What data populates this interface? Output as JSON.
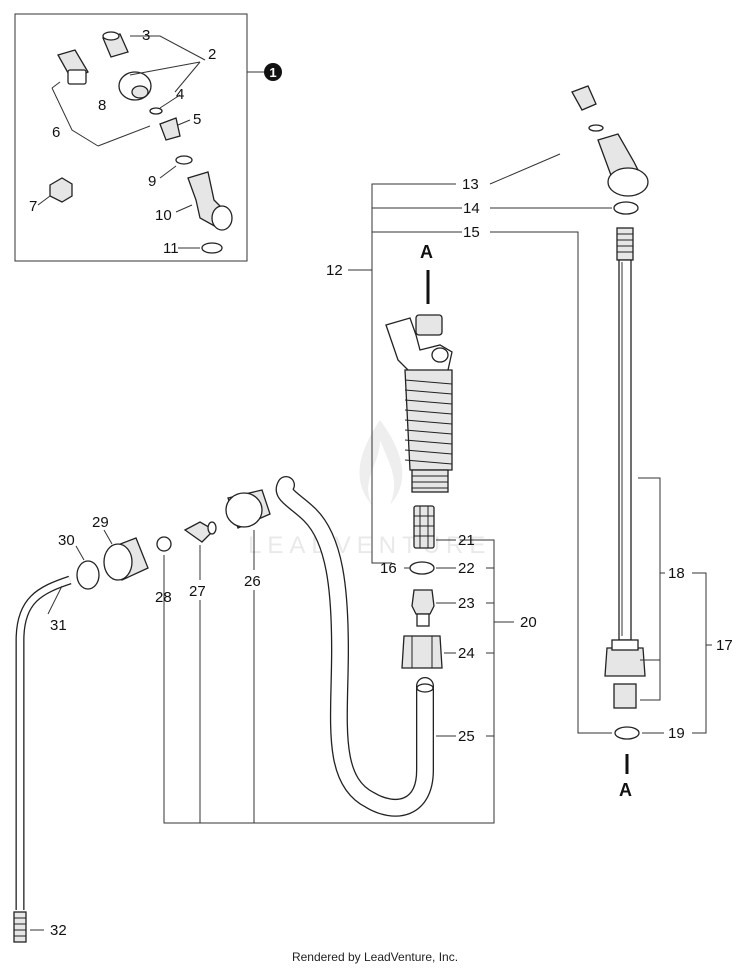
{
  "callouts": {
    "c1": "1",
    "c2": "2",
    "c3": "3",
    "c4": "4",
    "c5": "5",
    "c6": "6",
    "c7": "7",
    "c8": "8",
    "c9": "9",
    "c10": "10",
    "c11": "11",
    "c12": "12",
    "c13": "13",
    "c14": "14",
    "c15": "15",
    "c16": "16",
    "c17": "17",
    "c18": "18",
    "c19": "19",
    "c20": "20",
    "c21": "21",
    "c22": "22",
    "c23": "23",
    "c24": "24",
    "c25": "25",
    "c26": "26",
    "c27": "27",
    "c28": "28",
    "c29": "29",
    "c30": "30",
    "c31": "31",
    "c32": "32"
  },
  "section_marks": {
    "top": "A",
    "bottom": "A"
  },
  "watermark": "LEADVENTURE",
  "footer": "Rendered by LeadVenture, Inc."
}
